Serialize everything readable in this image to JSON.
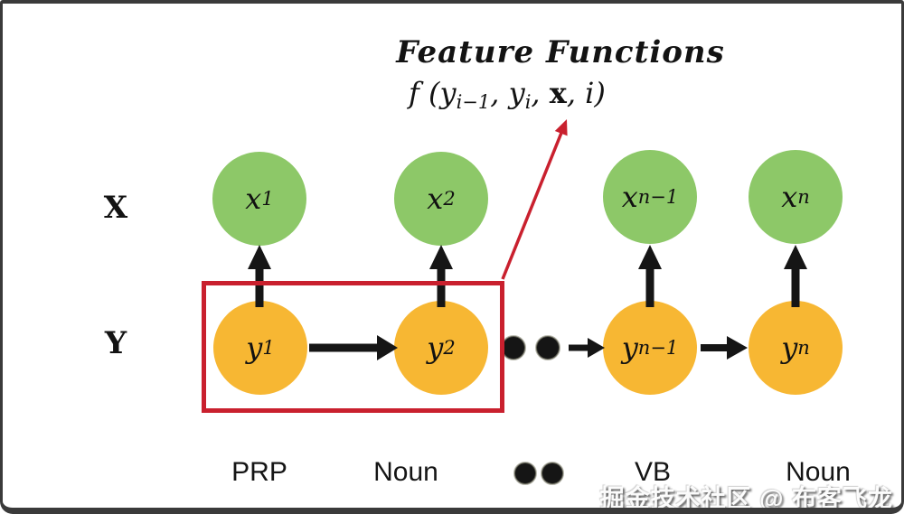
{
  "title": "Feature Functions",
  "formula": {
    "prefix": "f (y",
    "sub1": "i−1",
    "mid1": ", y",
    "sub2": "i",
    "mid2": ", ",
    "bold_x": "x",
    "suffix": ", i)"
  },
  "row_labels": {
    "x": "X",
    "y": "Y"
  },
  "x_nodes": [
    {
      "base": "x",
      "sub": "1"
    },
    {
      "base": "x",
      "sub": "2"
    },
    {
      "base": "x",
      "sub": "n−1"
    },
    {
      "base": "x",
      "sub": "n"
    }
  ],
  "y_nodes": [
    {
      "base": "y",
      "sub": "1"
    },
    {
      "base": "y",
      "sub": "2"
    },
    {
      "base": "y",
      "sub": "n−1"
    },
    {
      "base": "y",
      "sub": "n"
    }
  ],
  "bottom_labels": {
    "prp": "PRP",
    "noun1": "Noun",
    "vb": "VB",
    "noun2": "Noun"
  },
  "watermark": "掘金技术社区 @ 布客飞龙",
  "colors": {
    "node_green": "#8DC868",
    "node_orange": "#F7B733",
    "highlight_red": "#C9202E",
    "ink_black": "#151515"
  }
}
